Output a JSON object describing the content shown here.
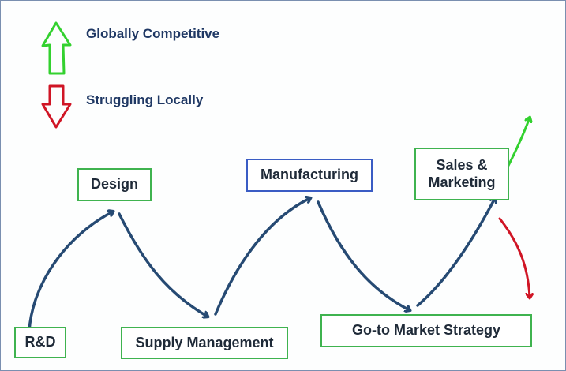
{
  "legend": {
    "up": {
      "label": "Globally Competitive",
      "icon": "green-up-arrow-icon",
      "color": "#33d12f"
    },
    "down": {
      "label": "Struggling Locally",
      "icon": "red-down-arrow-icon",
      "color": "#d01525"
    }
  },
  "nodes": {
    "rd": {
      "label": "R&D",
      "border": "#3fb34f"
    },
    "design": {
      "label": "Design",
      "border": "#3fb34f"
    },
    "supply": {
      "label": "Supply Management",
      "border": "#3fb34f"
    },
    "manufacturing": {
      "label": "Manufacturing",
      "border": "#3a5cc4"
    },
    "gtm": {
      "label": "Go-to Market Strategy",
      "border": "#3fb34f"
    },
    "sales": {
      "label_line1": "Sales &",
      "label_line2": "Marketing",
      "border": "#3fb34f"
    }
  },
  "colors": {
    "flow_arrow": "#264a73",
    "legend_text": "#1f3864",
    "node_text": "#1f2a38"
  }
}
